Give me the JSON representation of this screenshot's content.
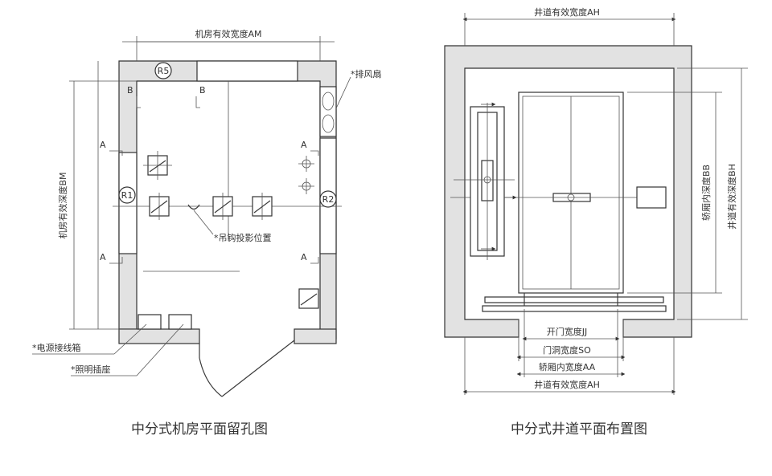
{
  "left_plan": {
    "title": "中分式机房平面留孔图",
    "labels": {
      "am": "机房有效宽度AM",
      "bm": "机房有效深度BM",
      "r5": "R5",
      "r1": "R1",
      "r2": "R2",
      "b": "B",
      "a": "A",
      "fan": "*排风扇",
      "hook": "*吊钩投影位置",
      "power": "*电源接线箱",
      "socket": "*照明插座"
    }
  },
  "right_plan": {
    "title": "中分式井道平面布置图",
    "labels": {
      "ah": "井道有效宽度AH",
      "bh": "井道有效深度BH",
      "bb": "轿厢内深度BB",
      "jj": "开门宽度JJ",
      "so": "门洞宽度SO",
      "aa": "轿厢内宽度AA"
    }
  },
  "colors": {
    "line": "#3a3a3a",
    "wall": "#e2e2e2"
  }
}
